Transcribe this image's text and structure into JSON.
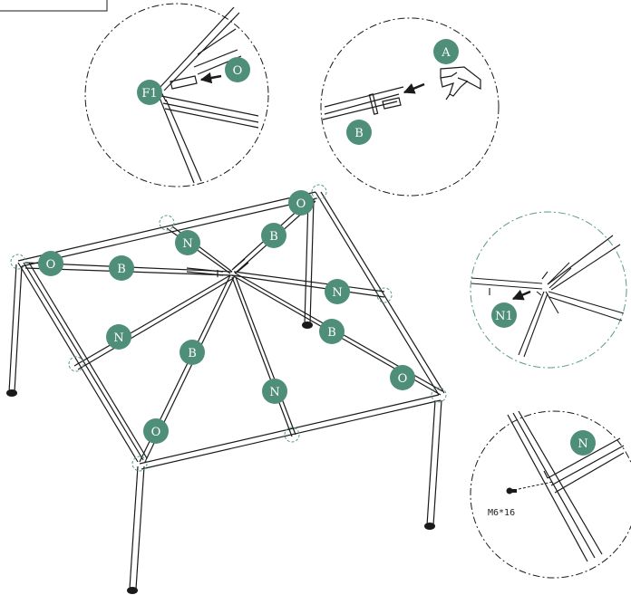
{
  "colors": {
    "badge": "#4f8f7a",
    "line": "#1a1a1a",
    "detail_circle": "#1a1a1a",
    "detail_circle_green": "#5a9a86"
  },
  "badges": {
    "F1": "F1",
    "O": "O",
    "A": "A",
    "B": "B",
    "N": "N",
    "N1": "N1"
  },
  "labels": {
    "screw": "M6*16"
  },
  "icons": [
    "arrow-icon",
    "screw-icon"
  ]
}
